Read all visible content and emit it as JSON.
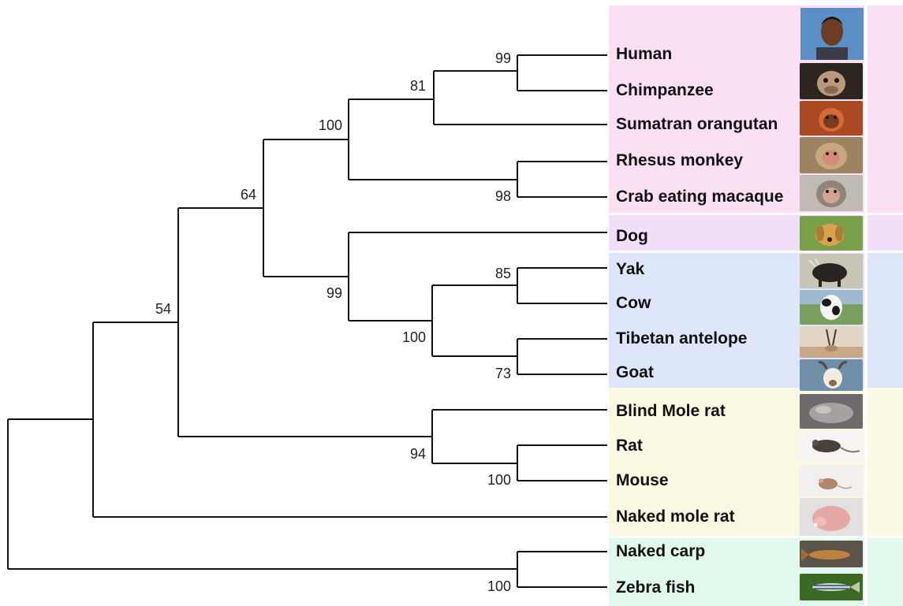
{
  "tree": {
    "taxa": [
      {
        "id": "human",
        "label": "Human",
        "group": "primates",
        "icon": "human-face-photo"
      },
      {
        "id": "chimp",
        "label": "Chimpanzee",
        "group": "primates",
        "icon": "chimpanzee-photo"
      },
      {
        "id": "orang",
        "label": "Sumatran orangutan",
        "group": "primates",
        "icon": "orangutan-photo"
      },
      {
        "id": "rhesus",
        "label": "Rhesus monkey",
        "group": "primates",
        "icon": "rhesus-monkey-photo"
      },
      {
        "id": "macaque",
        "label": "Crab eating macaque",
        "group": "primates",
        "icon": "macaque-photo"
      },
      {
        "id": "dog",
        "label": "Dog",
        "group": "carnivores",
        "icon": "dog-photo"
      },
      {
        "id": "yak",
        "label": "Yak",
        "group": "ungulates",
        "icon": "yak-photo"
      },
      {
        "id": "cow",
        "label": "Cow",
        "group": "ungulates",
        "icon": "cow-photo"
      },
      {
        "id": "antelope",
        "label": "Tibetan antelope",
        "group": "ungulates",
        "icon": "antelope-photo"
      },
      {
        "id": "goat",
        "label": "Goat",
        "group": "ungulates",
        "icon": "goat-photo"
      },
      {
        "id": "blindmole",
        "label": "Blind Mole rat",
        "group": "rodents",
        "icon": "blind-mole-rat-photo"
      },
      {
        "id": "rat",
        "label": "Rat",
        "group": "rodents",
        "icon": "rat-photo"
      },
      {
        "id": "mouse",
        "label": "Mouse",
        "group": "rodents",
        "icon": "mouse-photo"
      },
      {
        "id": "nakedmole",
        "label": "Naked mole rat",
        "group": "rodents",
        "icon": "naked-mole-rat-photo"
      },
      {
        "id": "carp",
        "label": "Naked carp",
        "group": "fish",
        "icon": "carp-photo"
      },
      {
        "id": "zebra",
        "label": "Zebra fish",
        "group": "fish",
        "icon": "zebrafish-photo"
      }
    ],
    "bootstrap": {
      "human_chimp": "99",
      "great_apes": "81",
      "primates": "100",
      "old_world_monkeys": "98",
      "primates_laurasiatheria": "64",
      "laurasiatheria": "99",
      "bovids": "100",
      "yak_cow": "85",
      "antelope_goat": "73",
      "mammals_core": "54",
      "rodents": "94",
      "rat_mouse": "100",
      "fish": "100"
    },
    "group_colors": {
      "primates": "#fbdff3",
      "carnivores": "#f1def7",
      "ungulates": "#dde6fa",
      "rodents": "#fbf8e2",
      "fish": "#e1f8ec"
    }
  }
}
